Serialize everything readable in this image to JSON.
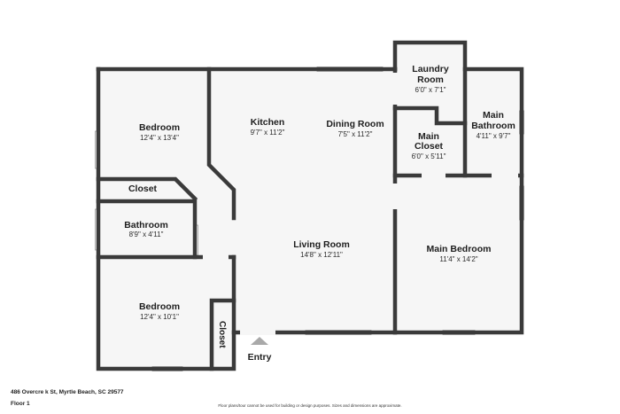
{
  "rooms": {
    "bedroom_1": {
      "name": "Bedroom",
      "dims": "12'4\" x 13'4\""
    },
    "closet_1": {
      "name": "Closet"
    },
    "bathroom": {
      "name": "Bathroom",
      "dims": "8'9\" x 4'11\""
    },
    "bedroom_2": {
      "name": "Bedroom",
      "dims": "12'4\" x 10'1\""
    },
    "closet_2": {
      "name": "Closet"
    },
    "kitchen": {
      "name": "Kitchen",
      "dims": "9'7\" x 11'2\""
    },
    "dining": {
      "name": "Dining Room",
      "dims": "7'5\" x 11'2\""
    },
    "living": {
      "name": "Living Room",
      "dims": "14'8\" x 12'11\""
    },
    "laundry": {
      "name_1": "Laundry",
      "name_2": "Room",
      "dims": "6'0\" x 7'1\""
    },
    "main_closet": {
      "name_1": "Main",
      "name_2": "Closet",
      "dims": "6'0\" x 5'11\""
    },
    "main_bathroom": {
      "name_1": "Main",
      "name_2": "Bathroom",
      "dims": "4'11\" x 9'7\""
    },
    "main_bedroom": {
      "name": "Main Bedroom",
      "dims": "11'4\" x 14'2\""
    }
  },
  "entry_label": "Entry",
  "footer": {
    "address": "486 Overcre    k St, Myrtle Beach, SC 29577",
    "floor": "Floor 1",
    "disclaimer": "Floor plans/tour cannot be used for building or design purposes. Sizes and dimensions are approximate."
  }
}
